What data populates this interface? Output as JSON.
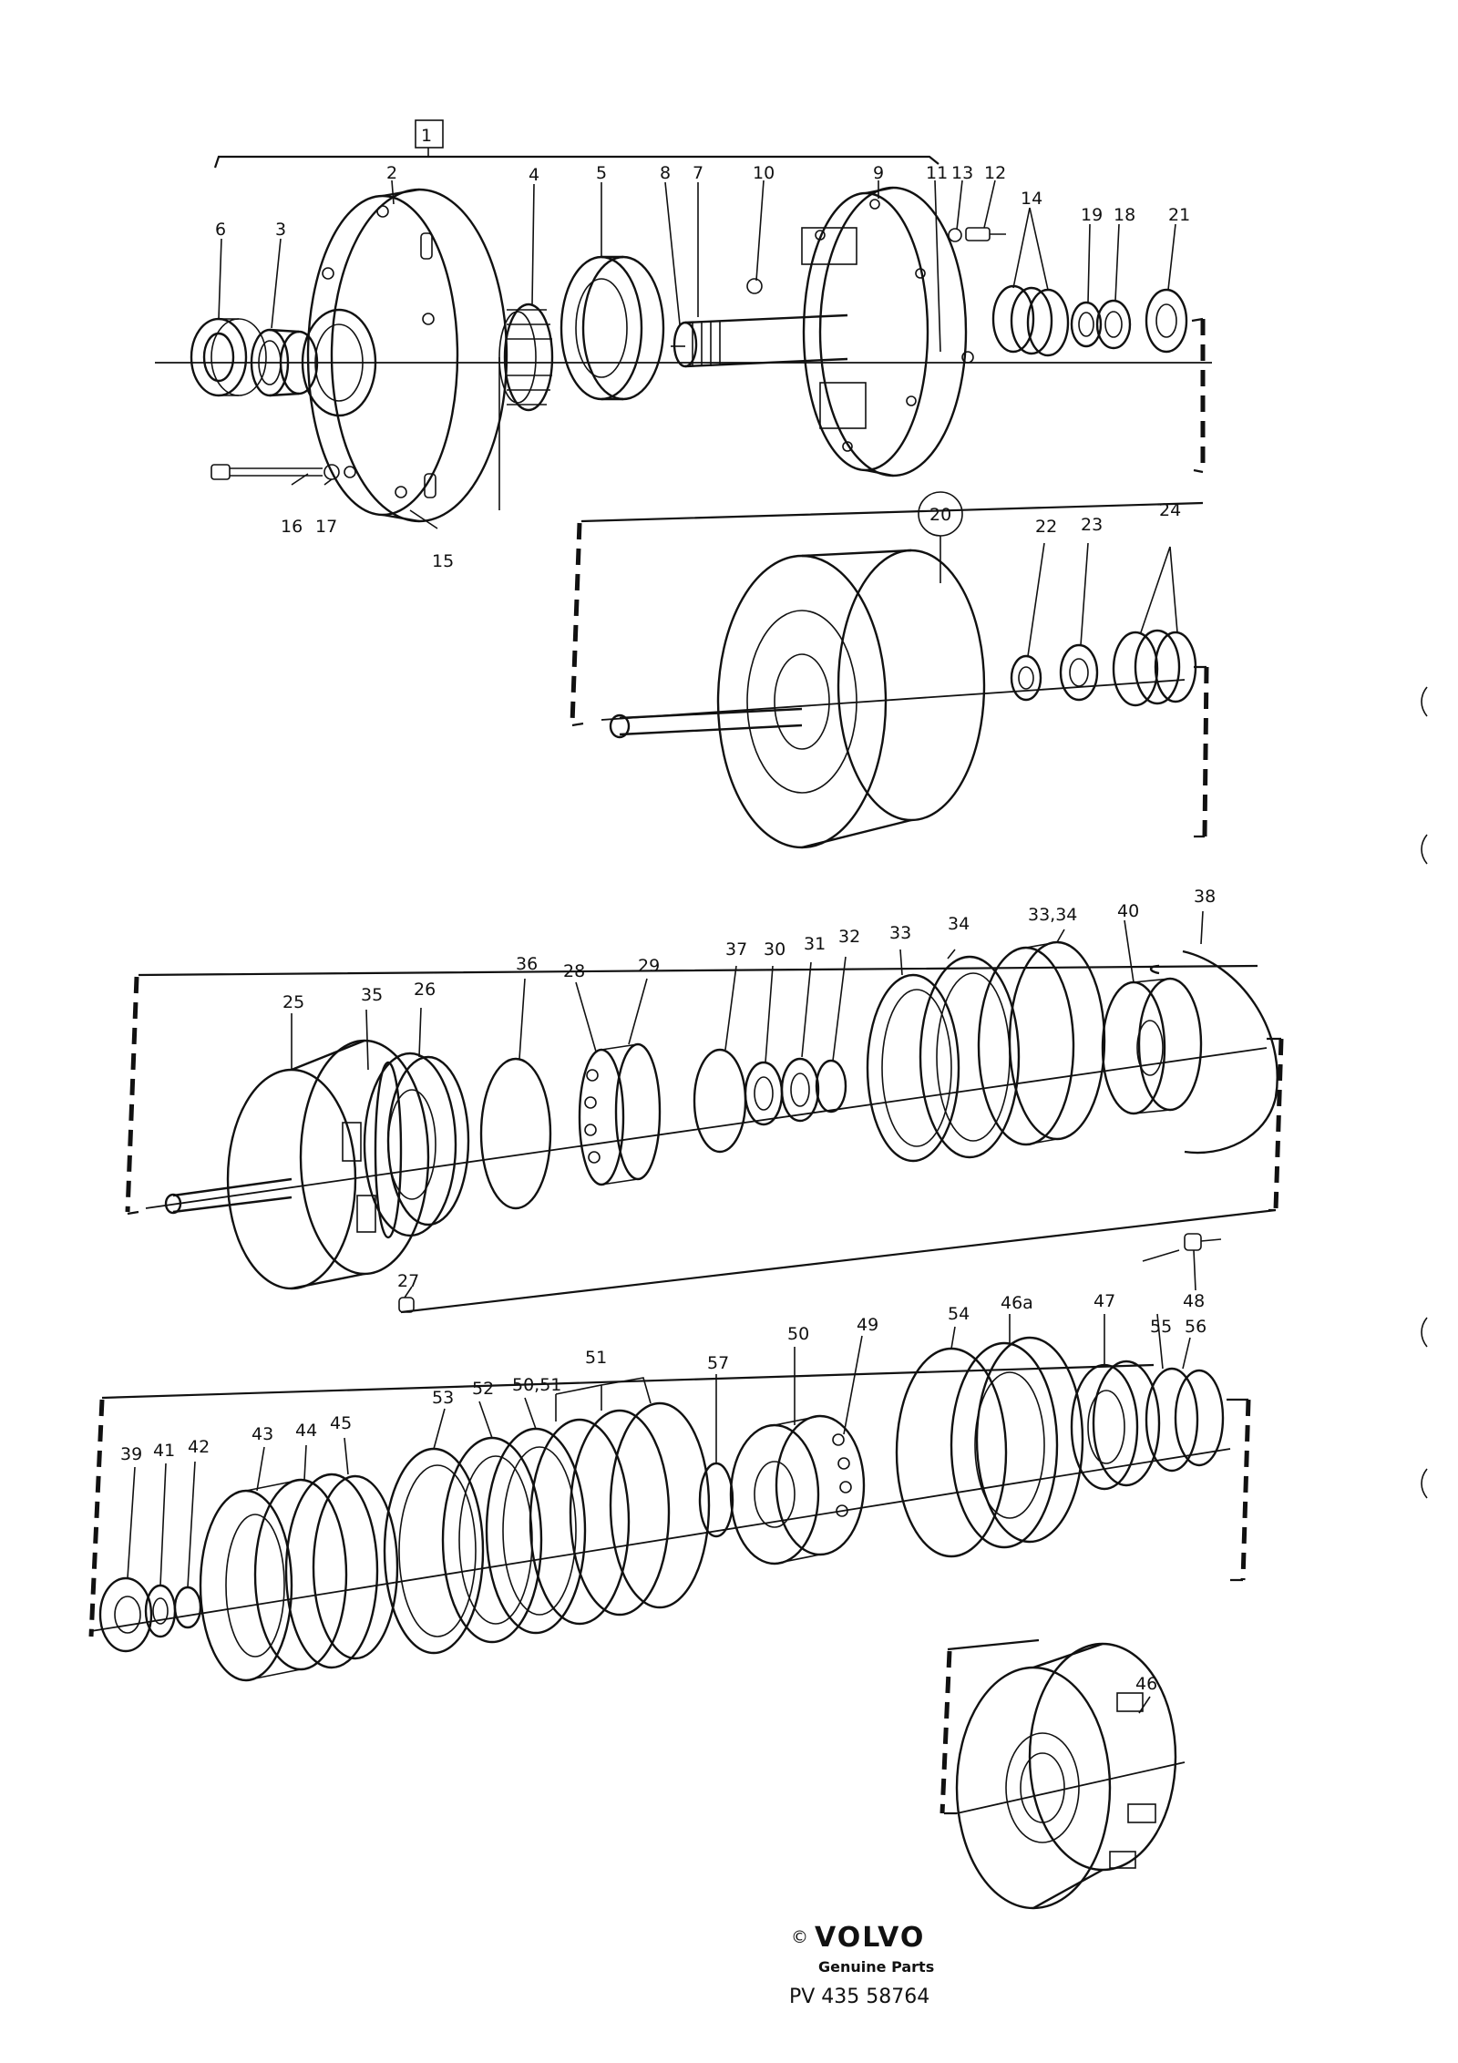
{
  "callouts": {
    "box": "1",
    "g1": [
      "2",
      "3",
      "4",
      "5",
      "6",
      "7",
      "8",
      "9",
      "10",
      "11",
      "12",
      "13",
      "14",
      "15",
      "16",
      "17",
      "18",
      "19",
      "21"
    ],
    "g2": [
      "20",
      "22",
      "23",
      "24"
    ],
    "g3": [
      "25",
      "26",
      "27",
      "28",
      "29",
      "30",
      "31",
      "32",
      "33",
      "33,34",
      "34",
      "35",
      "36",
      "37",
      "38",
      "40"
    ],
    "g4": [
      "39",
      "41",
      "42",
      "43",
      "44",
      "45",
      "46",
      "46a",
      "47",
      "48",
      "49",
      "50",
      "50,51",
      "51",
      "52",
      "53",
      "54",
      "55",
      "56",
      "57"
    ]
  },
  "brand": {
    "copyright": "©",
    "name": "VOLVO",
    "subtitle": "Genuine Parts",
    "code": "PV 435 58764"
  }
}
